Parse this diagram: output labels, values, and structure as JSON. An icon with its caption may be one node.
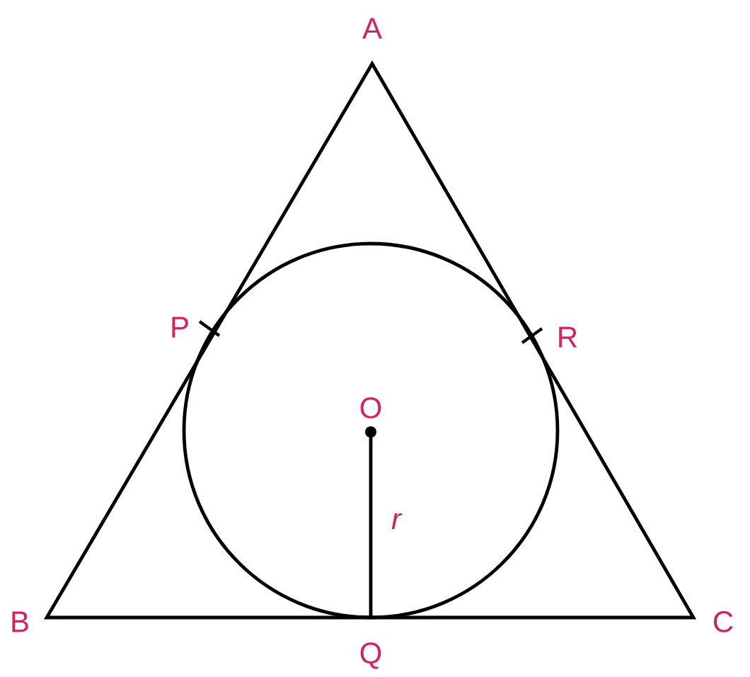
{
  "diagram": {
    "labels": [
      "A",
      "P",
      "R",
      "O",
      "r",
      "B",
      "Q",
      "C"
    ]
  }
}
